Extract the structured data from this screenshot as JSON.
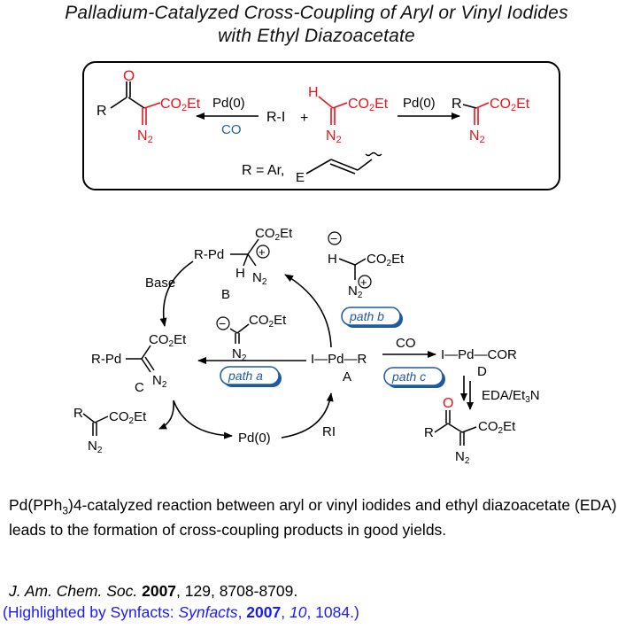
{
  "title": {
    "line1": "Palladium-Catalyzed Cross-Coupling of Aryl or Vinyl Iodides",
    "line2": "with Ethyl Diazoacetate"
  },
  "colors": {
    "red": "#e8141e",
    "blue": "#1f5fa8",
    "path_fill": "#1f5a9e",
    "link": "#1a1aff"
  },
  "box": {
    "left_product": {
      "O": "O",
      "R": "R",
      "ester": "CO2Et",
      "diazo": "N2"
    },
    "arrow_left": {
      "top": "Pd(0)",
      "bottom": "CO"
    },
    "reagent": "R-I",
    "plus": "+",
    "eda": {
      "H": "H",
      "ester": "CO2Et",
      "diazo": "N2"
    },
    "arrow_right": {
      "top": "Pd(0)"
    },
    "right_product": {
      "R": "R",
      "ester": "CO2Et",
      "diazo": "N2"
    },
    "r_def": "R = Ar,",
    "vinyl_E": "E"
  },
  "cycle": {
    "B": {
      "rpd": "R-Pd",
      "ester": "CO2Et",
      "H": "H",
      "diazo": "N2",
      "plus": "+",
      "label": "B"
    },
    "base": "Base",
    "anion_b": {
      "minus": "−",
      "H": "H",
      "ester": "CO2Et",
      "diazo": "N2",
      "plus": "+"
    },
    "anion_a": {
      "minus": "−",
      "ester": "CO2Et",
      "diazo": "N2"
    },
    "C": {
      "rpd": "R-Pd",
      "ester": "CO2Et",
      "diazo": "N2",
      "label": "C"
    },
    "A": {
      "formula": "I—Pd—R",
      "label": "A"
    },
    "path_a": "path a",
    "path_b": "path b",
    "path_c": "path c",
    "co": "CO",
    "D": {
      "formula": "I—Pd—COR",
      "label": "D"
    },
    "eda_base": "EDA/Et3N",
    "pd0": "Pd(0)",
    "ri": "RI",
    "product_left": {
      "R": "R",
      "ester": "CO2Et",
      "diazo": "N2"
    },
    "product_right": {
      "O": "O",
      "R": "R",
      "ester": "CO2Et",
      "diazo": "N2"
    }
  },
  "description": {
    "pre": "Pd(PPh",
    "sub": "3",
    "post": ")4-catalyzed reaction between aryl or vinyl iodides and ethyl diazoacetate (EDA) leads to the formation of cross-coupling products in good yields."
  },
  "citation": {
    "journal": "J. Am. Chem. Soc.",
    "year": "2007",
    "rest": ", 129, 8708-8709."
  },
  "highlight": {
    "open": "(Highlighted by Synfacts: ",
    "journal": "Synfacts",
    "sep": ", ",
    "year": "2007",
    "sep2": ", ",
    "volume": "10",
    "pages": ", 1084.)"
  }
}
